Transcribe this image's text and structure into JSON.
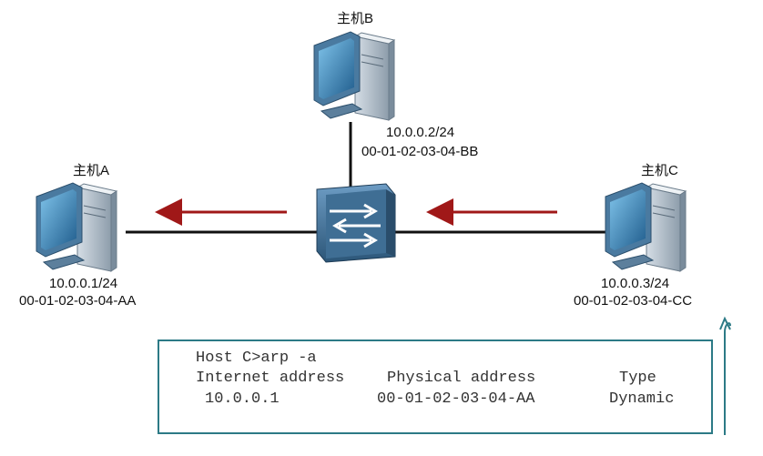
{
  "hosts": {
    "a": {
      "name": "主机A",
      "ip": "10.0.0.1/24",
      "mac": "00-01-02-03-04-AA"
    },
    "b": {
      "name": "主机B",
      "ip": "10.0.0.2/24",
      "mac": "00-01-02-03-04-BB"
    },
    "c": {
      "name": "主机C",
      "ip": "10.0.0.3/24",
      "mac": "00-01-02-03-04-CC"
    }
  },
  "arp_table": {
    "prompt": "Host C>arp -a",
    "headers": {
      "address": "Internet address",
      "physical": "Physical address",
      "type": "Type"
    },
    "rows": [
      {
        "address": "10.0.0.1",
        "physical": "00-01-02-03-04-AA",
        "type": "Dynamic"
      }
    ]
  },
  "colors": {
    "link": "#111111",
    "arrow": "#a01818",
    "box_border": "#2c7a86",
    "switch": "#3f6e94",
    "computer": "#4a7aa0"
  },
  "icons": [
    "computer-icon",
    "switch-icon"
  ]
}
